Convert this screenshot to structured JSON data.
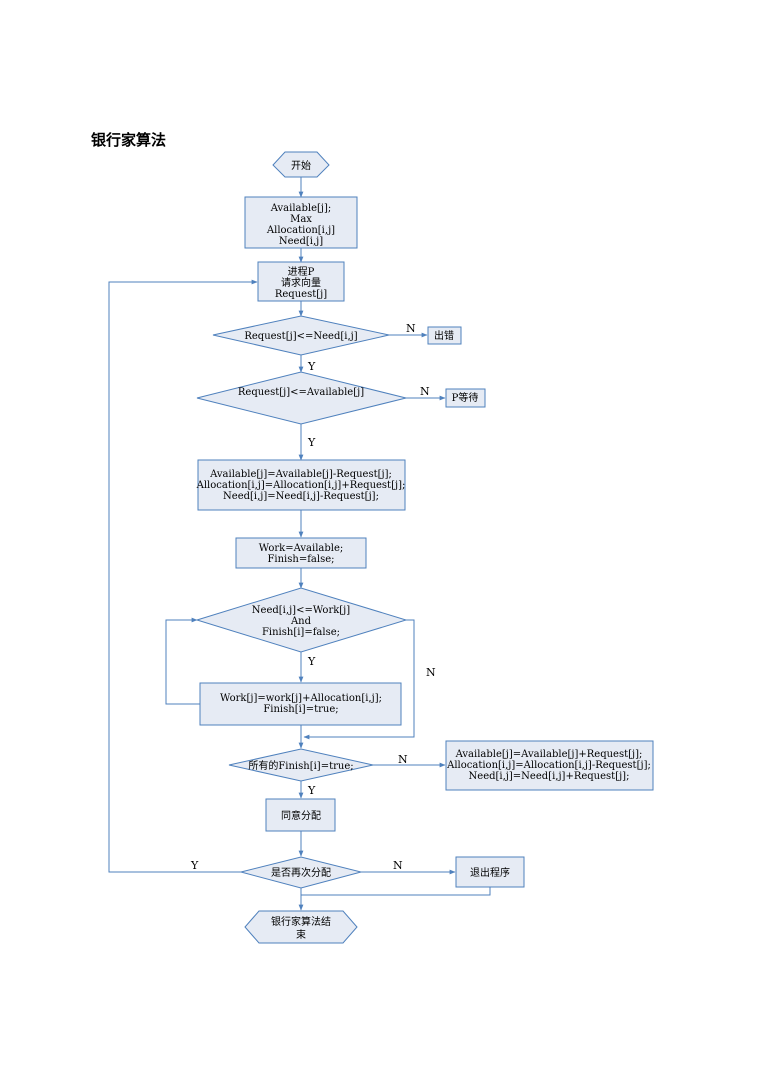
{
  "title": "银行家算法",
  "nodes": {
    "start": "开始",
    "init": [
      "Available[j];",
      "Max",
      "Allocation[i,j]",
      "Need[i,j]"
    ],
    "request": [
      "进程P",
      "请求向量",
      "Request[j]"
    ],
    "check_need": "Request[j]<=Need[i,j]",
    "error": "出错",
    "check_available": "Request[j]<=Available[j]",
    "wait": "P等待",
    "allocate": [
      "Available[j]=Available[j]-Request[j];",
      "Allocation[i,j]=Allocation[i,j]+Request[j];",
      "Need[i,j]=Need[i,j]-Request[j];"
    ],
    "init_work": [
      "Work=Available;",
      "Finish=false;"
    ],
    "check_safe": [
      "Need[i,j]<=Work[j]",
      "And",
      "Finish[i]=false;"
    ],
    "update_work": [
      "Work[j]=work[j]+Allocation[i,j];",
      "Finish[i]=true;"
    ],
    "check_all": "所有的Finish[i]=true;",
    "rollback": [
      "Available[j]=Available[j]+Request[j];",
      "Allocation[i,j]=Allocation[i,j]-Request[j];",
      "Need[i,j]=Need[i,j]+Request[j];"
    ],
    "agree": "同意分配",
    "again": "是否再次分配",
    "exit": "退出程序",
    "end": [
      "银行家算法结",
      "束"
    ]
  },
  "labels": {
    "n1": "N",
    "y1": "Y",
    "n2": "N",
    "y2": "Y",
    "y3": "Y",
    "n3": "N",
    "n4": "N",
    "y4": "Y",
    "y5": "Y",
    "n5": "N"
  }
}
